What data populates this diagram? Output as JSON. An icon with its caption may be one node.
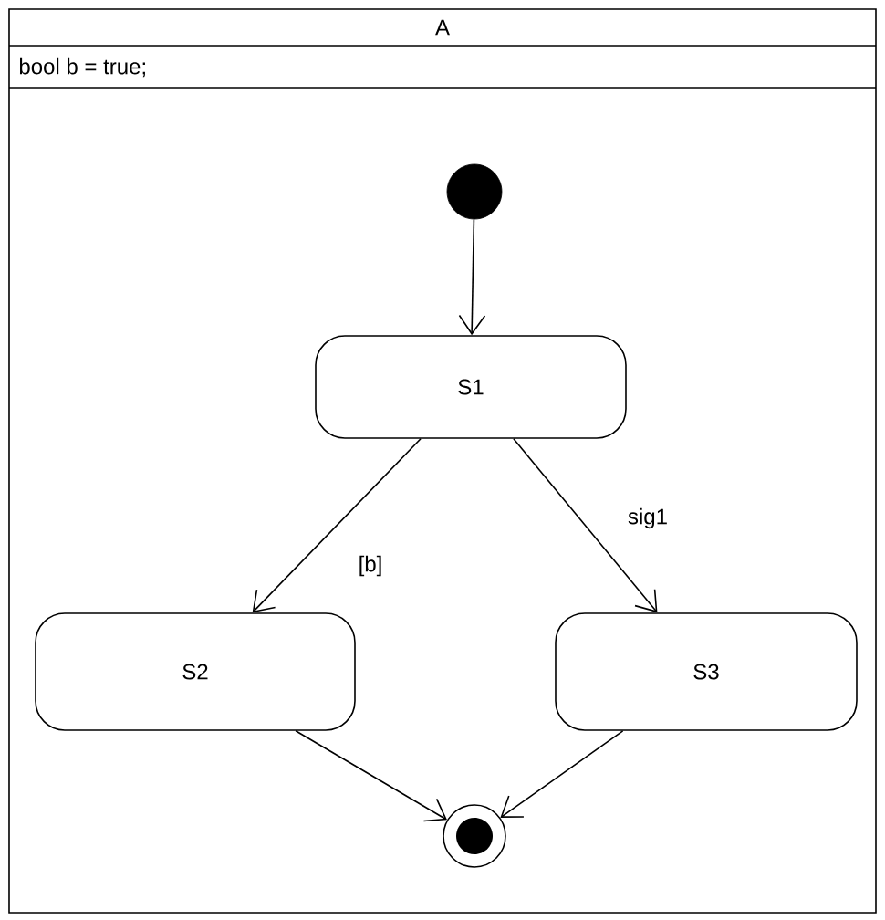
{
  "diagram": {
    "nodes": [
      {
        "text": [
          "A",
          "bool b = true;"
        ]
      },
      {
        "text": [],
        "shape": "circle",
        "in": 0
      },
      {
        "text": [
          "S1"
        ],
        "in": 0
      },
      {
        "text": [
          "S2"
        ],
        "in": 0
      },
      {
        "text": [
          "S3"
        ],
        "in": 0
      },
      {
        "text": [],
        "shape": "bullseye",
        "in": 0
      }
    ],
    "edges": [
      {
        "from": 1,
        "to": 2,
        "arrow": "to"
      },
      {
        "from": 2,
        "to": 3,
        "arrow": "to",
        "label": "[b]"
      },
      {
        "from": 2,
        "to": 4,
        "arrow": "to",
        "label": "sig1"
      },
      {
        "from": 3,
        "to": 5,
        "arrow": "to"
      },
      {
        "from": 4,
        "to": 5,
        "arrow": "to"
      }
    ]
  }
}
